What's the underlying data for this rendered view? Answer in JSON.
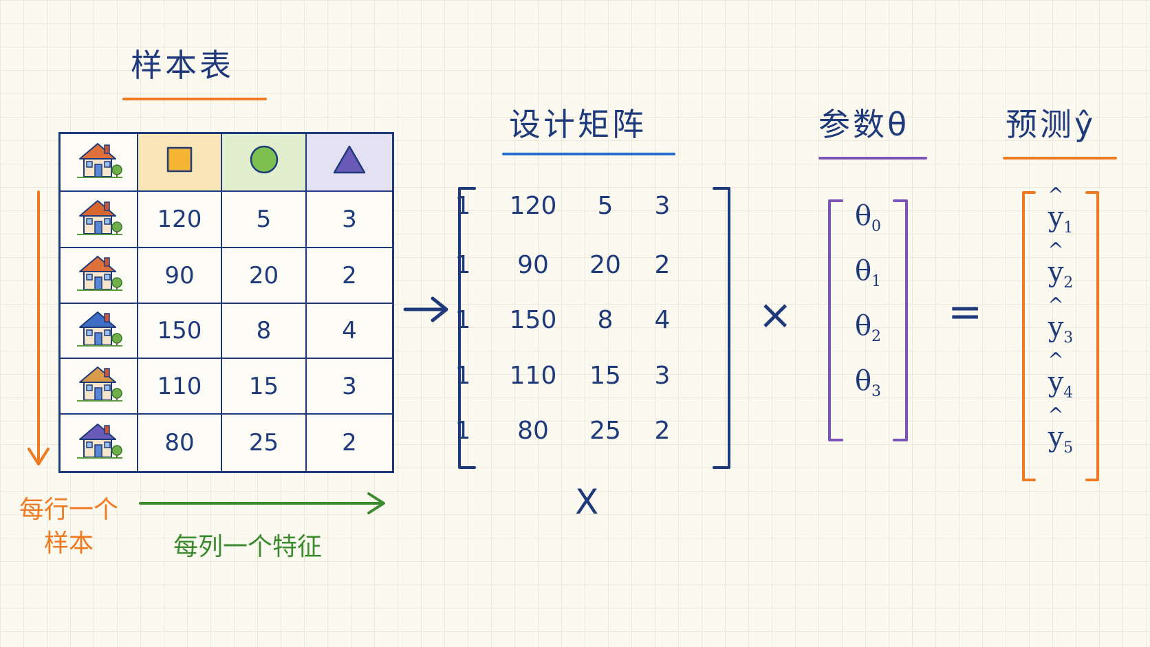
{
  "titles": {
    "sample_table": "样本表",
    "design_matrix": "设计矩阵",
    "params": "参数θ",
    "prediction": "预测ŷ"
  },
  "colors": {
    "ink": "#1f3a7a",
    "orange": "#ee7a22",
    "green": "#3a8a2e",
    "blue": "#2a6bd1",
    "purple": "#7b54b8"
  },
  "table": {
    "header_icons": [
      "house-icon",
      "square-icon",
      "circle-icon",
      "triangle-icon"
    ],
    "rows": [
      {
        "icon": "house-icon",
        "values": [
          "120",
          "5",
          "3"
        ]
      },
      {
        "icon": "house-icon",
        "values": [
          "90",
          "20",
          "2"
        ]
      },
      {
        "icon": "house-icon",
        "values": [
          "150",
          "8",
          "4"
        ]
      },
      {
        "icon": "house-icon",
        "values": [
          "110",
          "15",
          "3"
        ]
      },
      {
        "icon": "house-icon",
        "values": [
          "80",
          "25",
          "2"
        ]
      }
    ]
  },
  "matrix": {
    "rows": [
      [
        "1",
        "120",
        "5",
        "3"
      ],
      [
        "1",
        "90",
        "20",
        "2"
      ],
      [
        "1",
        "150",
        "8",
        "4"
      ],
      [
        "1",
        "110",
        "15",
        "3"
      ],
      [
        "1",
        "80",
        "25",
        "2"
      ]
    ],
    "below_label": "X"
  },
  "params": {
    "symbol": "θ",
    "subscripts": [
      "0",
      "1",
      "2",
      "3"
    ]
  },
  "prediction": {
    "symbol": "y",
    "subscripts": [
      "1",
      "2",
      "3",
      "4",
      "5"
    ]
  },
  "operators": {
    "times": "×",
    "equals": "="
  },
  "captions": {
    "rows": "每行一个\n样本",
    "cols": "每列一个特征"
  }
}
